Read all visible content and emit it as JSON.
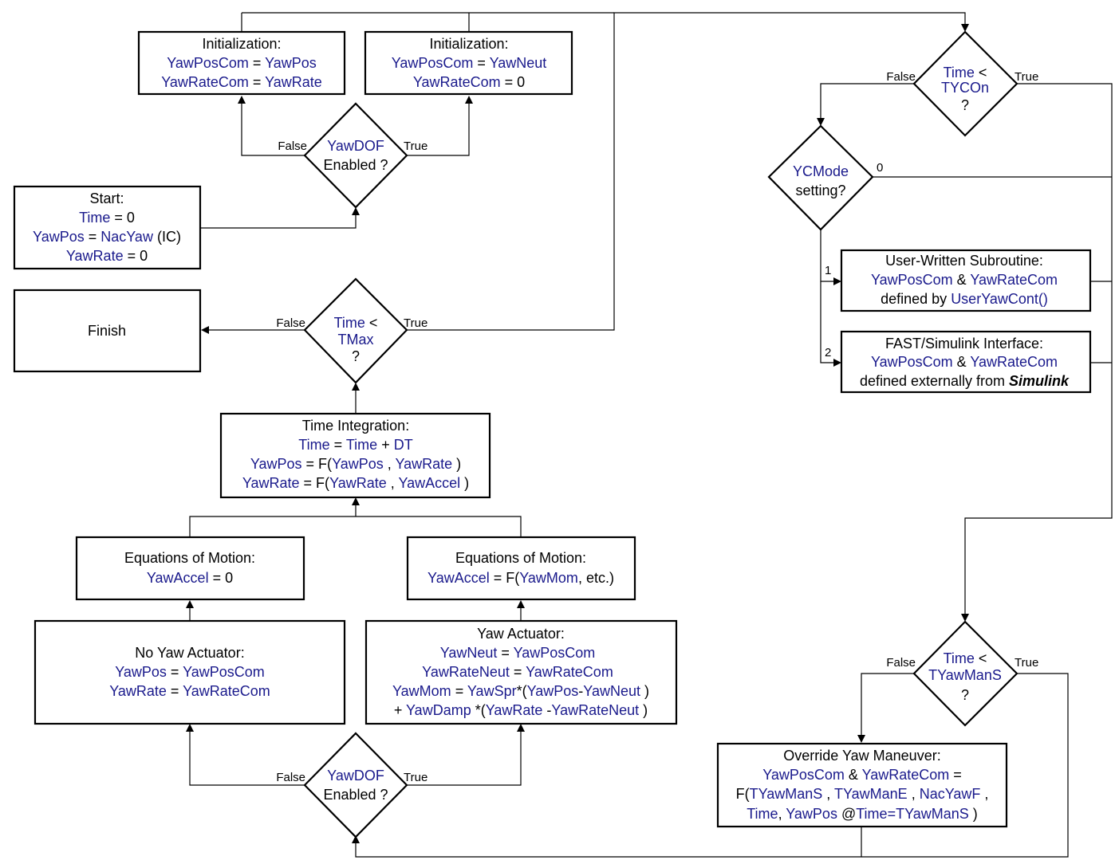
{
  "colors": {
    "variable": "#1a1a8c",
    "text": "#000000",
    "line": "#000000",
    "background": "#ffffff"
  },
  "nodes": {
    "init_false": {
      "title": "Initialization:",
      "line1_a": "YawPosCom",
      "line1_b": " = ",
      "line1_c": "YawPos",
      "line2_a": "YawRateCom",
      "line2_b": " = ",
      "line2_c": "YawRate"
    },
    "init_true": {
      "title": "Initialization:",
      "line1_a": "YawPosCom",
      "line1_b": " = ",
      "line1_c": "YawNeut",
      "line2_a": "YawRateCom",
      "line2_b": " = 0"
    },
    "decision_yawdof_top": {
      "var": "YawDOF",
      "text": "Enabled ?"
    },
    "start": {
      "title": "Start:",
      "line1_a": "Time",
      "line1_b": " = 0",
      "line2_a": "YawPos",
      "line2_b": " = ",
      "line2_c": "NacYaw",
      "line2_d": " (IC)",
      "line3_a": "YawRate",
      "line3_b": " = 0"
    },
    "finish": {
      "title": "Finish"
    },
    "decision_tmax": {
      "var1": "Time",
      "op": " <",
      "var2": "TMax",
      "q": "?"
    },
    "time_integration": {
      "title": "Time Integration:",
      "line1_a": "Time",
      "line1_b": " = ",
      "line1_c": "Time",
      "line1_d": " + ",
      "line1_e": "DT",
      "line2_a": "YawPos",
      "line2_b": " = F(",
      "line2_c": "YawPos",
      "line2_d": " , ",
      "line2_e": "YawRate",
      "line2_f": " )",
      "line3_a": "YawRate",
      "line3_b": " = F(",
      "line3_c": "YawRate",
      "line3_d": " , ",
      "line3_e": "YawAccel",
      "line3_f": " )"
    },
    "eom_false": {
      "title": "Equations of Motion:",
      "line1_a": "YawAccel",
      "line1_b": " = 0"
    },
    "eom_true": {
      "title": "Equations of Motion:",
      "line1_a": "YawAccel",
      "line1_b": " = F(",
      "line1_c": "YawMom",
      "line1_d": ", etc.)"
    },
    "no_yaw_actuator": {
      "title": "No Yaw Actuator:",
      "line1_a": "YawPos",
      "line1_b": " = ",
      "line1_c": "YawPosCom",
      "line2_a": "YawRate",
      "line2_b": " = ",
      "line2_c": "YawRateCom"
    },
    "yaw_actuator": {
      "title": "Yaw Actuator:",
      "line1_a": "YawNeut",
      "line1_b": " = ",
      "line1_c": "YawPosCom",
      "line2_a": "YawRateNeut",
      "line2_b": " = ",
      "line2_c": "YawRateCom",
      "line3_a": "YawMom",
      "line3_b": " = ",
      "line3_c": "YawSpr",
      "line3_d": "*(",
      "line3_e": "YawPos",
      "line3_f": "-",
      "line3_g": "YawNeut",
      "line3_h": " )",
      "line4_a": "+ ",
      "line4_b": "YawDamp",
      "line4_c": " *(",
      "line4_d": "YawRate",
      "line4_e": " -",
      "line4_f": "YawRateNeut",
      "line4_g": " )"
    },
    "decision_yawdof_bottom": {
      "var": "YawDOF",
      "text": "Enabled ?"
    },
    "decision_tycon": {
      "var1": "Time",
      "op": " <",
      "var2": "TYCOn",
      "q": "?"
    },
    "decision_ycmode": {
      "var": "YCMode",
      "text": "setting?"
    },
    "user_written": {
      "title": "User-Written Subroutine:",
      "line1_a": "YawPosCom",
      "line1_b": " & ",
      "line1_c": "YawRateCom",
      "line2_a": "defined by ",
      "line2_b": "UserYawCont()"
    },
    "fast_simulink": {
      "title": "FAST/Simulink Interface:",
      "line1_a": "YawPosCom",
      "line1_b": " & ",
      "line1_c": "YawRateCom",
      "line2_a": "defined externally from ",
      "line2_b": "Simulink"
    },
    "decision_tyawmans": {
      "var1": "Time",
      "op": " <",
      "var2": "TYawManS",
      "q": "?"
    },
    "override": {
      "title": "Override Yaw Maneuver:",
      "line1_a": "YawPosCom",
      "line1_b": " & ",
      "line1_c": "YawRateCom",
      "line1_d": " =",
      "line2_a": "F(",
      "line2_b": "TYawManS",
      "line2_c": " , ",
      "line2_d": "TYawManE",
      "line2_e": " , ",
      "line2_f": "NacYawF",
      "line2_g": " ,",
      "line3_a": "Time",
      "line3_b": ", ",
      "line3_c": "YawPos",
      "line3_d": " @",
      "line3_e": "Time=TYawManS",
      "line3_f": " )"
    }
  },
  "edge_labels": {
    "false": "False",
    "true": "True",
    "ycmode_0": "0",
    "ycmode_1": "1",
    "ycmode_2": "2"
  }
}
